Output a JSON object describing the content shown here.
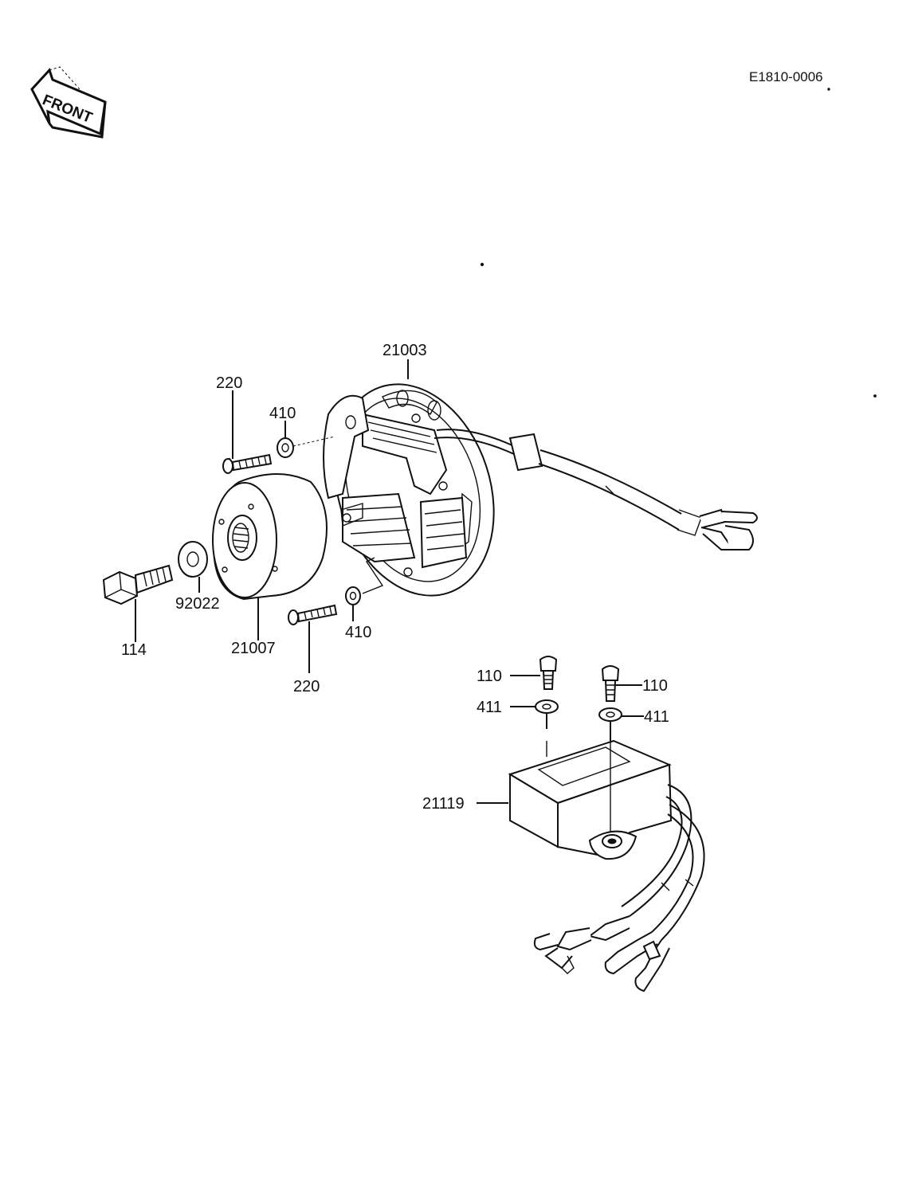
{
  "diagram_code": "E1810-0006",
  "front_label": "FRONT",
  "callouts": {
    "stator": "21003",
    "bolt_220_upper": "220",
    "washer_410_upper": "410",
    "rotor": "21007",
    "bolt_114": "114",
    "washer_92022": "92022",
    "washer_410_lower": "410",
    "bolt_220_lower": "220",
    "bolt_110_left": "110",
    "washer_411_left": "411",
    "bolt_110_right": "110",
    "washer_411_right": "411",
    "cdi_unit": "21119"
  }
}
